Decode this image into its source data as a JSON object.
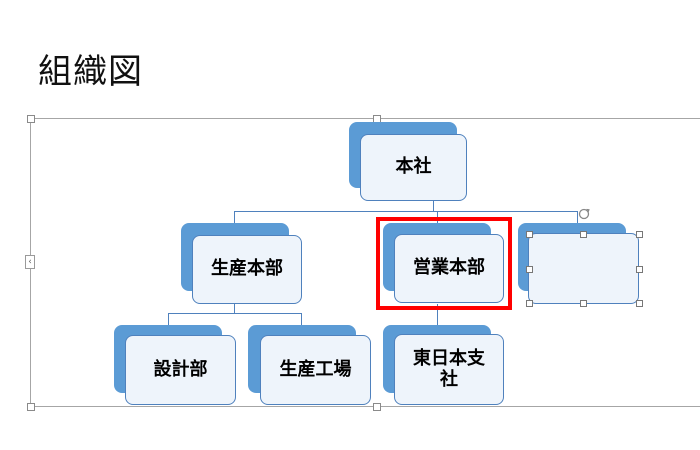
{
  "title": "組織図",
  "nodes": {
    "root": "本社",
    "production": "生産本部",
    "sales": "営業本部",
    "new": "",
    "design": "設計部",
    "factory": "生産工場",
    "east_line1": "東日本支",
    "east_line2": "社"
  },
  "colors": {
    "box_back": "#5b9bd5",
    "box_front": "#eef4fb",
    "connector": "#4f81bd",
    "highlight": "#ff0000"
  },
  "icons": {
    "rotate": "rotate-handle-icon",
    "collapse": "chevron-left-icon"
  }
}
